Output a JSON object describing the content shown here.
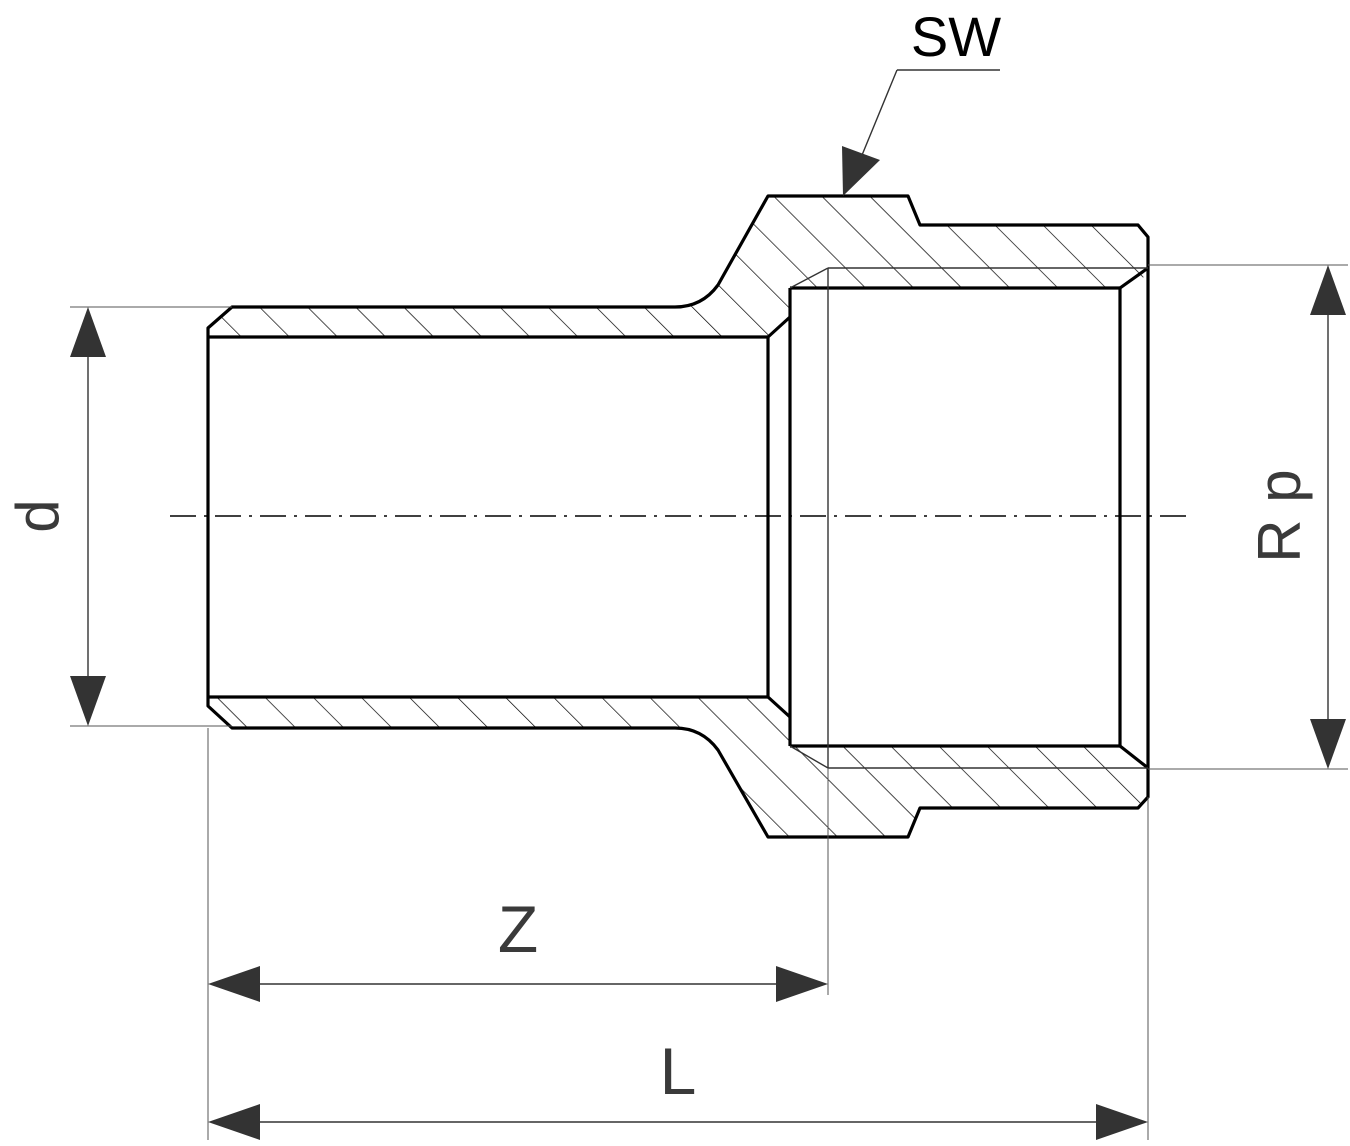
{
  "labels": {
    "sw": "SW",
    "d": "d",
    "rp": "R p",
    "z": "Z",
    "l": "L"
  }
}
